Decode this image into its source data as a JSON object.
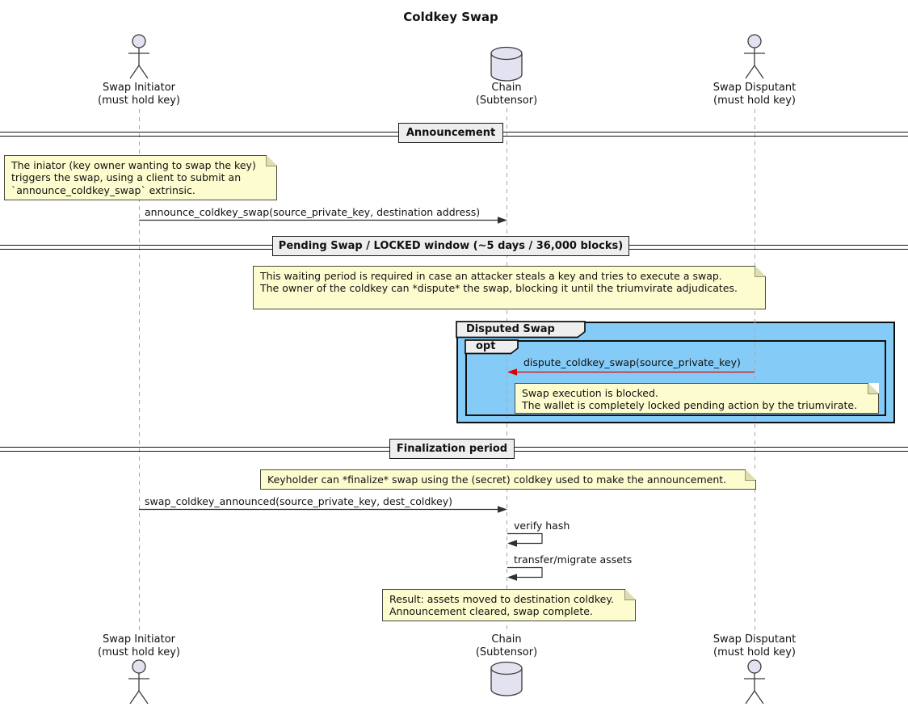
{
  "title": "Coldkey Swap",
  "actors": {
    "initiator": {
      "name": "Swap Initiator",
      "sub": "(must hold key)"
    },
    "chain": {
      "name": "Chain",
      "sub": "(Subtensor)"
    },
    "disputant": {
      "name": "Swap Disputant",
      "sub": "(must hold key)"
    }
  },
  "dividers": {
    "announcement": "Announcement",
    "pending": "Pending Swap / LOCKED window (~5 days / 36,000 blocks)",
    "finalization": "Finalization period"
  },
  "group": {
    "label": "Disputed Swap",
    "fragment": "opt"
  },
  "notes": {
    "initiation": "The iniator (key owner wanting to swap the key)\ntriggers the swap, using a client to submit an\n`announce_coldkey_swap` extrinsic.",
    "waiting": "This waiting period is required in case an attacker steals a key and tries to execute a swap.\nThe owner of the coldkey can *dispute* the swap, blocking it until the triumvirate adjudicates.",
    "dispute": "Swap execution is blocked.\nThe wallet is completely locked pending action by the triumvirate.",
    "finalize": "Keyholder can *finalize* swap using the (secret) coldkey used to make the announcement.",
    "result": "Result: assets moved to destination coldkey.\nAnnouncement cleared, swap complete."
  },
  "messages": {
    "announce": "announce_coldkey_swap(source_private_key, destination address)",
    "dispute": "dispute_coldkey_swap(source_private_key)",
    "finalize": "swap_coldkey_announced(source_private_key, dest_coldkey)",
    "verify": "verify hash",
    "transfer": "transfer/migrate assets"
  },
  "colors": {
    "note_fill": "#FCFCCE",
    "group_fill": "#85CBF7",
    "dispute_arrow": "#DB0000",
    "actor_fill": "#E2E2F0",
    "divider_fill": "#EEEEEE"
  }
}
